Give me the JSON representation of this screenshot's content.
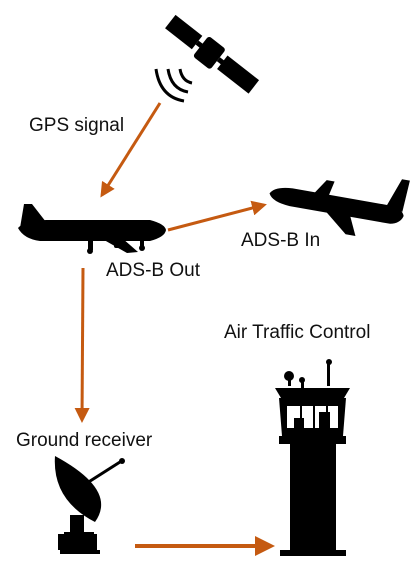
{
  "colors": {
    "arrow": "#c55a11",
    "icon": "#000000",
    "background": "#ffffff"
  },
  "labels": {
    "gps_signal": "GPS signal",
    "ads_b_out": "ADS-B Out",
    "ads_b_in": "ADS-B In",
    "air_traffic_control": "Air Traffic Control",
    "ground_receiver": "Ground receiver"
  },
  "icons": {
    "satellite": "satellite-icon",
    "aircraft_out": "airplane-icon",
    "aircraft_in": "airplane-icon",
    "ground_receiver": "satellite-dish-icon",
    "control_tower": "control-tower-icon"
  },
  "connections": [
    {
      "from": "satellite",
      "to": "aircraft-out",
      "label": "gps_signal"
    },
    {
      "from": "aircraft-out",
      "to": "aircraft-in",
      "label": "ads_b_in"
    },
    {
      "from": "aircraft-out",
      "to": "ground-receiver",
      "label": "ads_b_out"
    },
    {
      "from": "ground-receiver",
      "to": "control-tower"
    }
  ]
}
